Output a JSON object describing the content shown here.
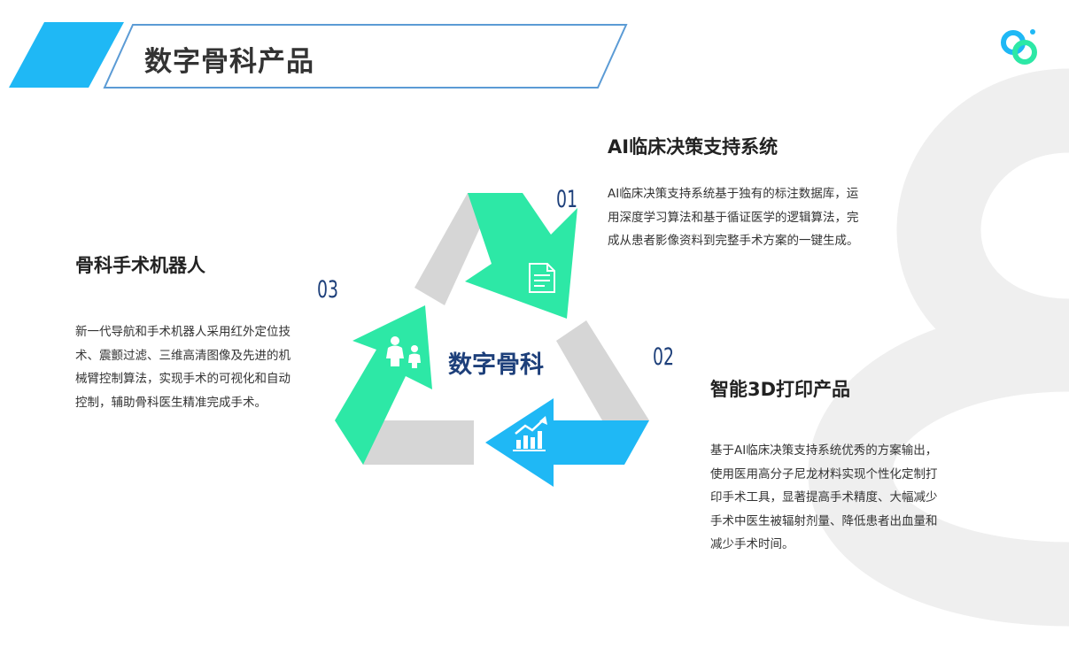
{
  "header": {
    "title": "数字骨科产品"
  },
  "center": {
    "label": "数字骨科"
  },
  "sections": [
    {
      "num": "01",
      "title": "AI临床决策支持系统",
      "body": "AI临床决策支持系统基于独有的标注数据库，运用深度学习算法和基于循证医学的逻辑算法，完成从患者影像资料到完整手术方案的一键生成。",
      "icon": "document-icon"
    },
    {
      "num": "02",
      "title": "智能3D打印产品",
      "body": "基于AI临床决策支持系统优秀的方案输出，使用医用高分子尼龙材料实现个性化定制打印手术工具，显著提高手术精度、大幅减少手术中医生被辐射剂量、降低患者出血量和减少手术时间。",
      "icon": "growth-chart-icon"
    },
    {
      "num": "03",
      "title": "骨科手术机器人",
      "body": "新一代导航和手术机器人采用红外定位技术、震颤过滤、三维高清图像及先进的机械臂控制算法，实现手术的可视化和自动控制，辅助骨科医生精准完成手术。",
      "icon": "family-icon"
    }
  ],
  "colors": {
    "accent_blue": "#1fb8f5",
    "accent_green": "#2de8a6",
    "navy": "#1d3f7a",
    "gray": "#d6d6d6"
  }
}
